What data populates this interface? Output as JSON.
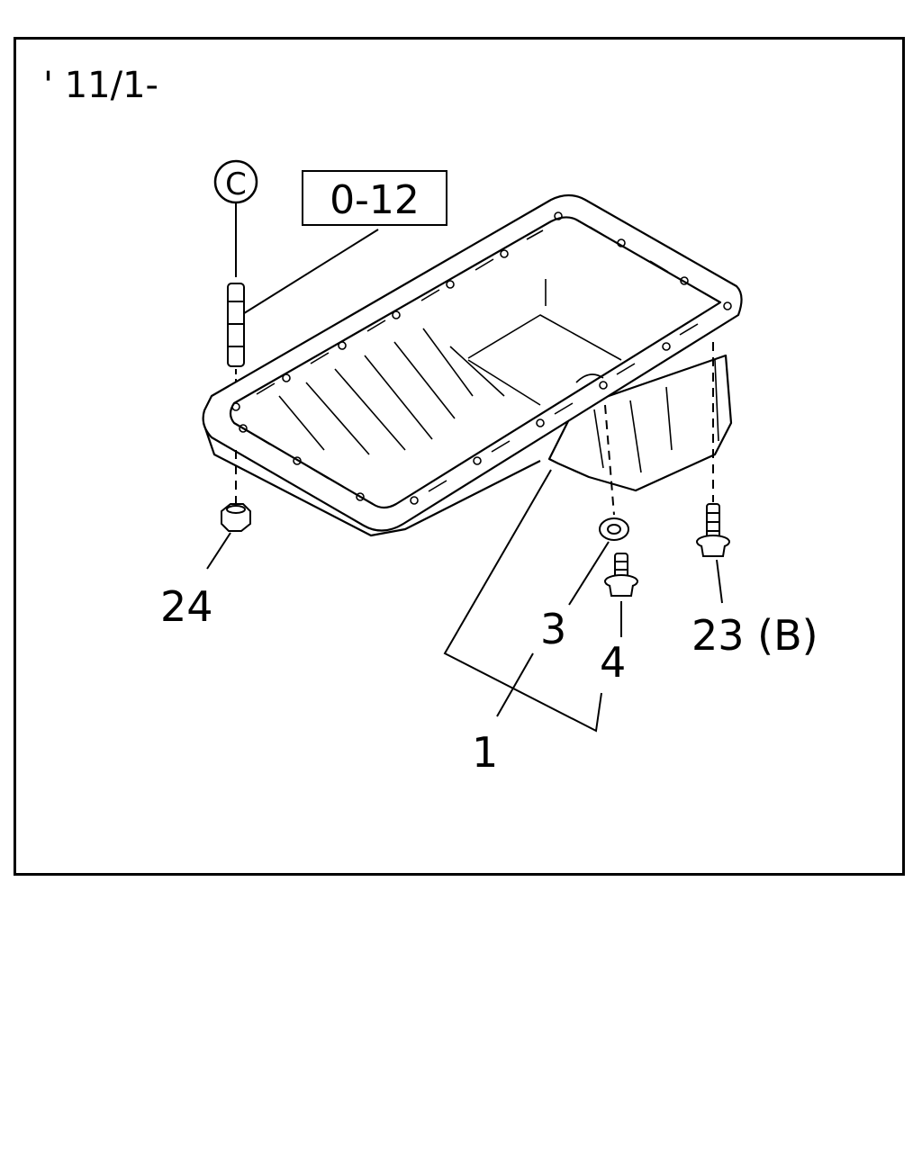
{
  "diagram": {
    "date_code": "' 11/1-",
    "circle_ref": "C",
    "boxed_ref": "0-12",
    "callouts": {
      "oil_pan": "1",
      "washer": "3",
      "drain_plug": "4",
      "bolt": "23 (B)",
      "nut": "24"
    }
  }
}
